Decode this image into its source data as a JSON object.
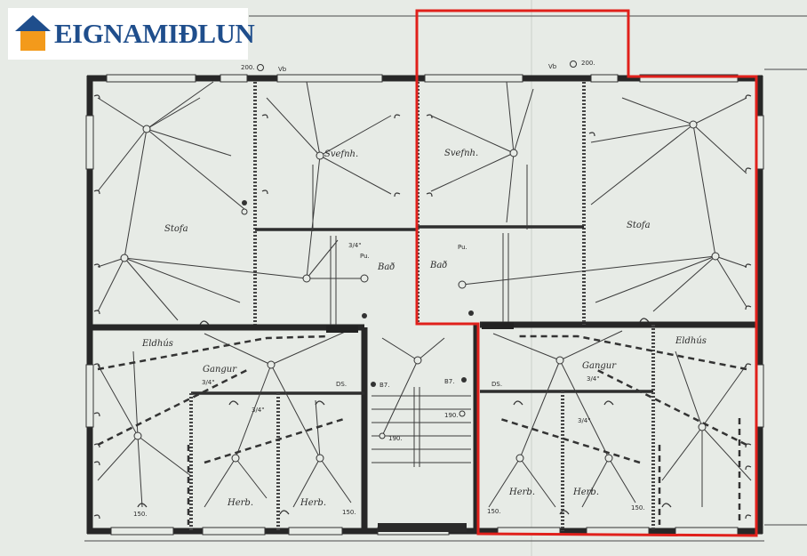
{
  "brand": {
    "name": "EIGNAMIÐLUN",
    "colors": {
      "house_roof": "#1f4e8c",
      "house_body": "#f39a1b",
      "text": "#1f4e8c"
    }
  },
  "plan": {
    "rooms_left": {
      "living": "Stofa",
      "bedroom": "Svefnh.",
      "bath": "Bað",
      "kitchen": "Eldhús",
      "hall": "Gangur",
      "room_a": "Herb.",
      "room_b": "Herb."
    },
    "rooms_right": {
      "living": "Stofa",
      "bedroom": "Svefnh.",
      "bath": "Bað",
      "kitchen": "Eldhús",
      "hall": "Gangur",
      "room_a": "Herb.",
      "room_b": "Herb."
    },
    "marks": {
      "vb_left": "Vb",
      "vb_right": "Vb",
      "n200_left": "200.",
      "n200_right": "200.",
      "n150_1": "150.",
      "n150_2": "150.",
      "n150_3": "150.",
      "n150_4": "150.",
      "n190_1": "190.",
      "n190_2": "190.",
      "frac_1": "3/4\"",
      "frac_2": "3/4\"",
      "frac_3": "3/4\"",
      "frac_4": "3/4\"",
      "frac_5": "3/4\"",
      "pu_left": "Pu.",
      "pu_right": "Pu.",
      "ds_left": "DS.",
      "ds_right": "DS.",
      "b7_left": "B7.",
      "b7_right": "B7."
    },
    "highlight_color": "#e0201b"
  }
}
